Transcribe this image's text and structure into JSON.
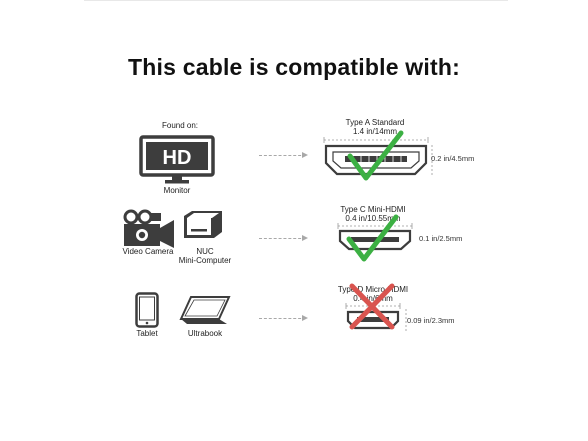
{
  "title": "This cable is compatible with:",
  "rows": [
    {
      "found_on": "Found on:",
      "devices": [
        {
          "label": "Monitor",
          "icon": "monitor-hd-icon",
          "screen_text": "HD"
        }
      ],
      "connector": {
        "name": "Type A Standard",
        "width": "1.4 in/14mm",
        "height": "0.2 in/4.5mm",
        "compatible": true
      }
    },
    {
      "devices": [
        {
          "label": "Video Camera",
          "icon": "video-camera-icon"
        },
        {
          "label": "NUC",
          "label2": "Mini-Computer",
          "icon": "mini-computer-icon"
        }
      ],
      "connector": {
        "name": "Type C Mini-HDMI",
        "width": "0.4 in/10.55mm",
        "height": "0.1 in/2.5mm",
        "compatible": true
      }
    },
    {
      "devices": [
        {
          "label": "Tablet",
          "icon": "tablet-icon"
        },
        {
          "label": "Ultrabook",
          "icon": "ultrabook-icon"
        }
      ],
      "connector": {
        "name": "Type D Micro-HDMI",
        "width": "0.4 in/6mm",
        "height": "0.09 in/2.3mm",
        "compatible": false
      }
    }
  ],
  "colors": {
    "check": "#3cb043",
    "cross": "#d9544f",
    "icon": "#3d3d3d",
    "arrow": "#a8a8a8"
  }
}
